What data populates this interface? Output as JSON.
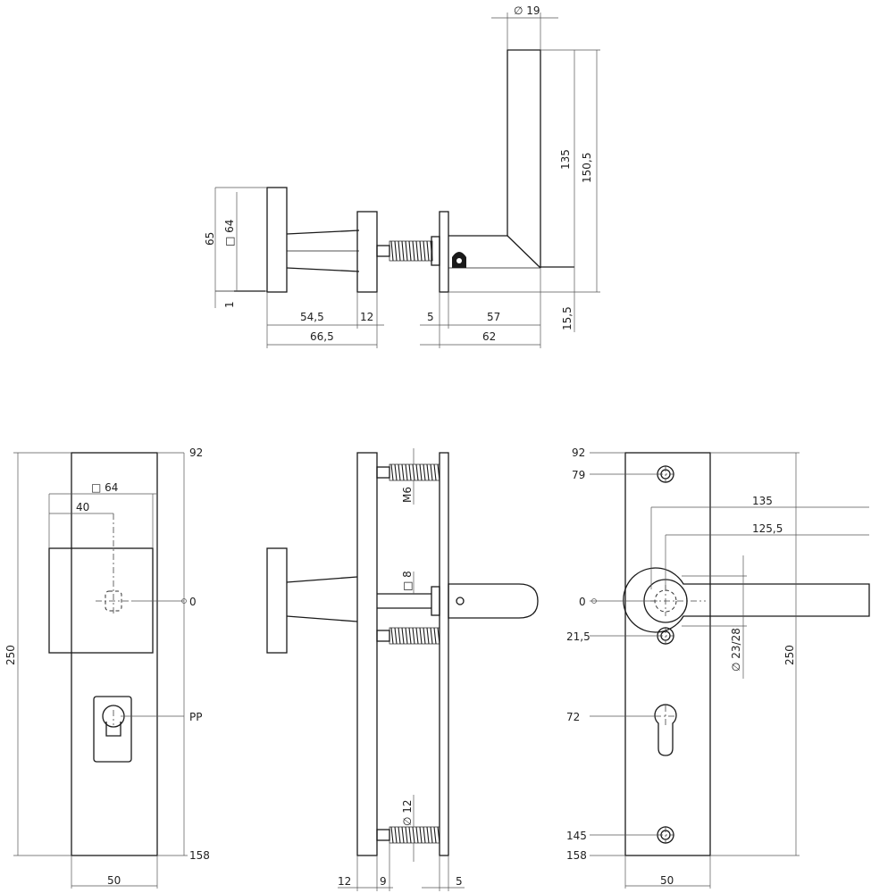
{
  "top_view": {
    "dim_diameter_19": "∅ 19",
    "dim_135": "135",
    "dim_150_5": "150,5",
    "dim_65": "65",
    "dim_square_64": "□ 64",
    "dim_1": "1",
    "dim_54_5": "54,5",
    "dim_12": "12",
    "dim_5": "5",
    "dim_57": "57",
    "dim_15_5": "15,5",
    "dim_66_5": "66,5",
    "dim_62": "62"
  },
  "front_view": {
    "dim_250": "250",
    "dim_92": "92",
    "dim_square_64": "□ 64",
    "dim_40": "40",
    "dim_0": "0",
    "dim_pp": "PP",
    "dim_158": "158",
    "dim_50": "50"
  },
  "side_view": {
    "dim_m6": "M6",
    "dim_square_8": "□ 8",
    "dim_diameter_12": "∅ 12",
    "dim_12": "12",
    "dim_9": "9",
    "dim_5": "5"
  },
  "back_view": {
    "dim_92": "92",
    "dim_79": "79",
    "dim_135": "135",
    "dim_125_5": "125,5",
    "dim_0": "0",
    "dim_21_5": "21,5",
    "dim_diameter_23_28": "∅ 23/28",
    "dim_250": "250",
    "dim_72": "72",
    "dim_145": "145",
    "dim_158": "158",
    "dim_50": "50"
  }
}
